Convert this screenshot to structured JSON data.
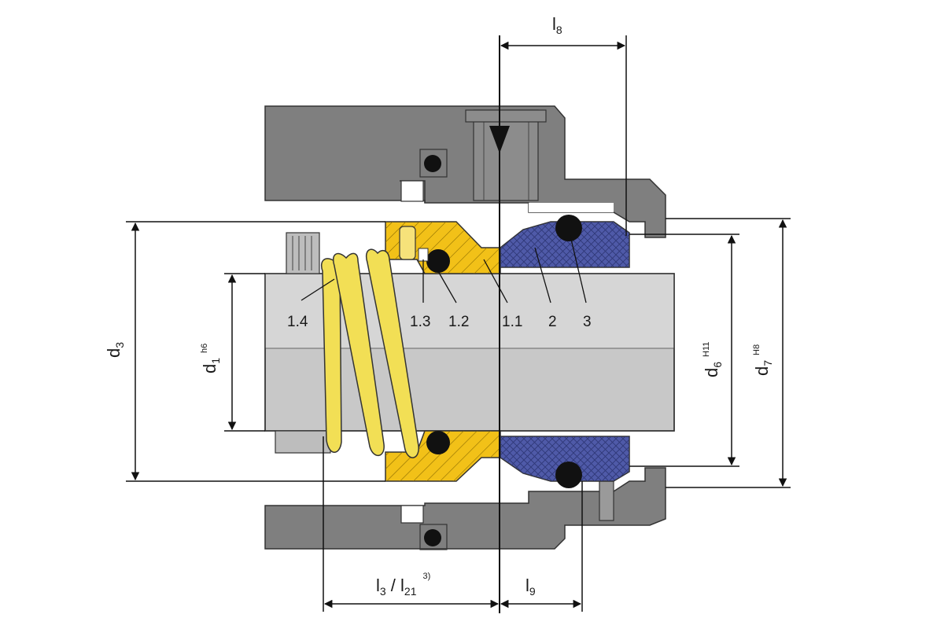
{
  "part_labels": {
    "p1_4": "1.4",
    "p1_3": "1.3",
    "p1_2": "1.2",
    "p1_1": "1.1",
    "p2": "2",
    "p3": "3"
  },
  "dimensions": {
    "l8": {
      "main": "l",
      "sub": "8"
    },
    "l3_l21": {
      "main1": "l",
      "sub1": "3",
      "sep": " / ",
      "main2": "l",
      "sub2": "21",
      "sup": "3)"
    },
    "l9": {
      "main": "l",
      "sub": "9"
    },
    "d3": {
      "main": "d",
      "sub": "3"
    },
    "d1": {
      "main": "d",
      "sub": "1",
      "tol": "h6"
    },
    "d6": {
      "main": "d",
      "sub": "6",
      "tol": "H11"
    },
    "d7": {
      "main": "d",
      "sub": "7",
      "tol": "H8"
    }
  },
  "colors": {
    "housing": "#7f7f7f",
    "housing_dark": "#5a5a5a",
    "shaft": "#c8c8c8",
    "shaft_light": "#d6d6d6",
    "spring": "#f2df55",
    "rotary_ring": "#f2c118",
    "seat": "#4f5aa8",
    "oring": "#111111",
    "line": "#111111"
  }
}
